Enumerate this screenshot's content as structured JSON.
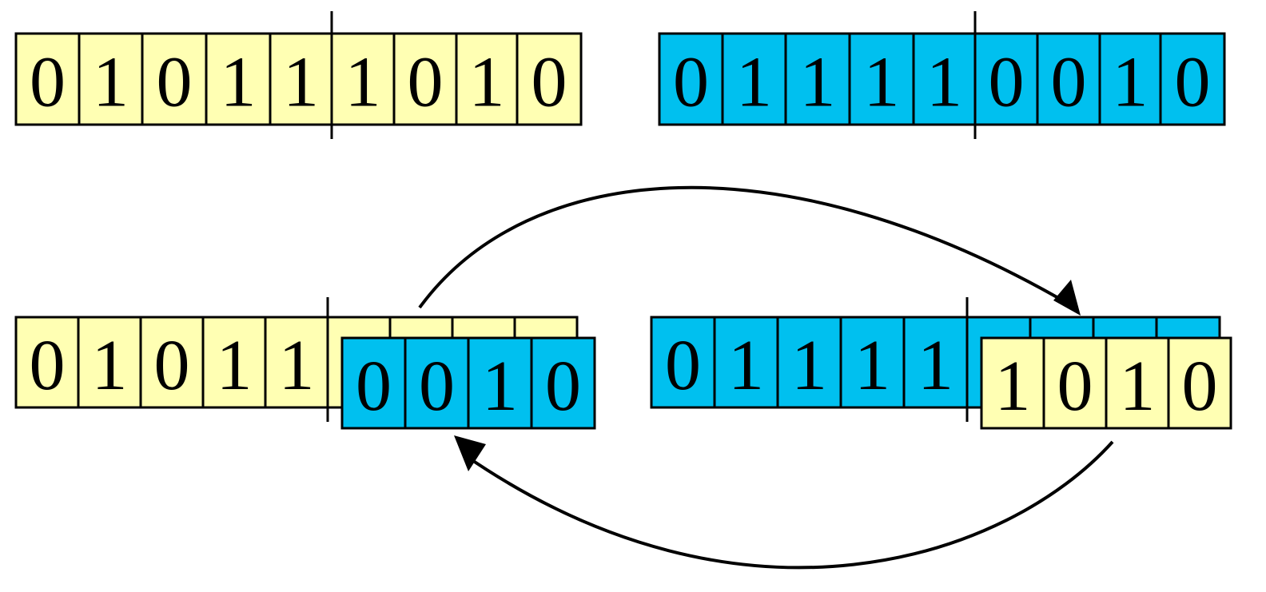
{
  "colors": {
    "parent_a": "#ffffb3",
    "parent_b": "#00c0ef",
    "stroke": "#000000",
    "background": "#ffffff"
  },
  "parents": {
    "a": {
      "name": "parent-a",
      "bits": [
        "0",
        "1",
        "0",
        "1",
        "1",
        "1",
        "0",
        "1",
        "0"
      ],
      "crossover_point": 5
    },
    "b": {
      "name": "parent-b",
      "bits": [
        "0",
        "1",
        "1",
        "1",
        "1",
        "0",
        "0",
        "1",
        "0"
      ],
      "crossover_point": 5
    }
  },
  "offspring": {
    "a": {
      "name": "offspring-a",
      "head_bits": [
        "0",
        "1",
        "0",
        "1",
        "1"
      ],
      "tail_bits": [
        "0",
        "0",
        "1",
        "0"
      ]
    },
    "b": {
      "name": "offspring-b",
      "head_bits": [
        "0",
        "1",
        "1",
        "1",
        "1"
      ],
      "tail_bits": [
        "1",
        "0",
        "1",
        "0"
      ]
    }
  },
  "arrows": [
    {
      "name": "swap-arrow-top",
      "direction": "left-to-right"
    },
    {
      "name": "swap-arrow-bottom",
      "direction": "right-to-left"
    }
  ]
}
